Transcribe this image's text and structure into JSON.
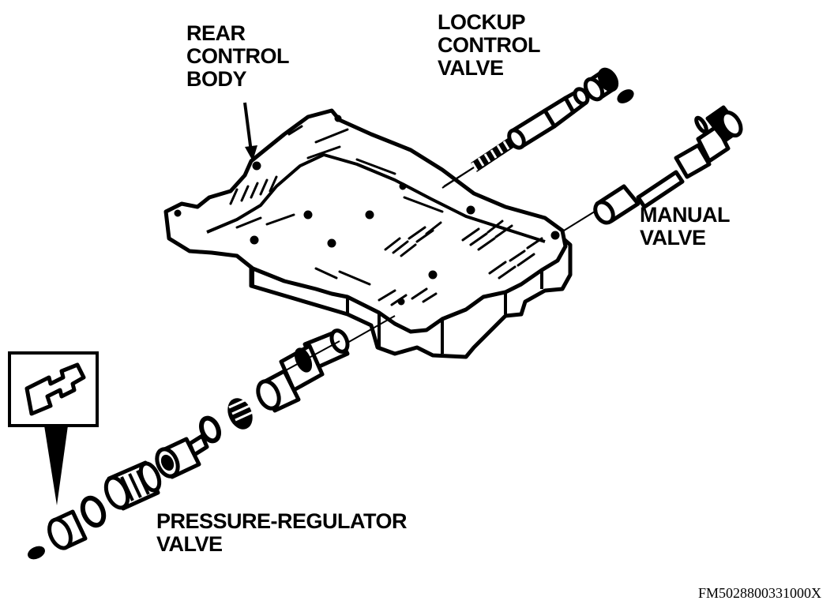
{
  "labels": {
    "rear_control_body": [
      "REAR",
      "CONTROL",
      "BODY"
    ],
    "lockup_control_valve": [
      "LOCKUP",
      "CONTROL",
      "VALVE"
    ],
    "manual_valve": [
      "MANUAL",
      "VALVE"
    ],
    "pressure_regulator_valve": [
      "PRESSURE-REGULATOR",
      "VALVE"
    ]
  },
  "figure_code": "FM5028800331000X",
  "symbol_icon": "pressure-regulator-symbol-icon",
  "colors": {
    "ink": "#000000",
    "paper": "#ffffff"
  }
}
